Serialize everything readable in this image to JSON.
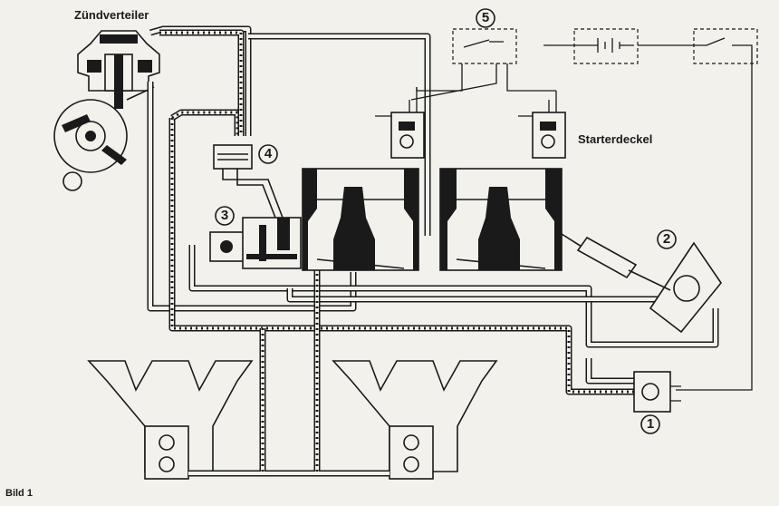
{
  "labels": {
    "distributor": "Zündverteiler",
    "starter_cover": "Starterdeckel",
    "figure": "Bild 1"
  },
  "callouts": [
    "1",
    "2",
    "3",
    "4",
    "5"
  ],
  "colors": {
    "ink": "#1a1a1a",
    "paper": "#f3f1ec"
  }
}
